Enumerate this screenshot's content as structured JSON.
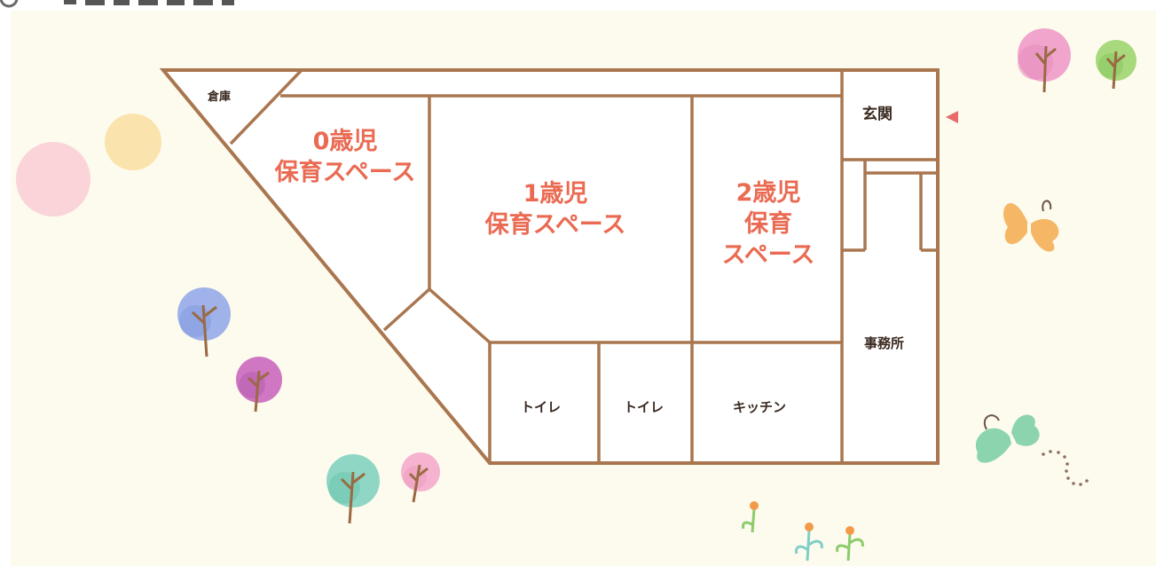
{
  "colors": {
    "wall": "#a9764f",
    "floor": "#ffffff",
    "background": "#fdfbee",
    "space_label": "#ea6a52",
    "room_label": "#3a2a20",
    "entrance_marker": "#e86a6a"
  },
  "rooms": {
    "storage": "倉庫",
    "entrance": "玄関",
    "office": "事務所",
    "toilet_1": "トイレ",
    "toilet_2": "トイレ",
    "kitchen": "キッチン"
  },
  "spaces": {
    "age0": {
      "line1": "0歳児",
      "line2": "保育スペース"
    },
    "age1": {
      "line1": "1歳児",
      "line2": "保育スペース"
    },
    "age2": {
      "line1": "2歳児",
      "line2": "保育",
      "line3": "スペース"
    }
  },
  "decorations": {
    "icons": [
      "tree-icon",
      "butterfly-icon",
      "flower-icon",
      "circle-dot-icon",
      "dotted-trail-icon",
      "triangle-marker-icon"
    ]
  }
}
